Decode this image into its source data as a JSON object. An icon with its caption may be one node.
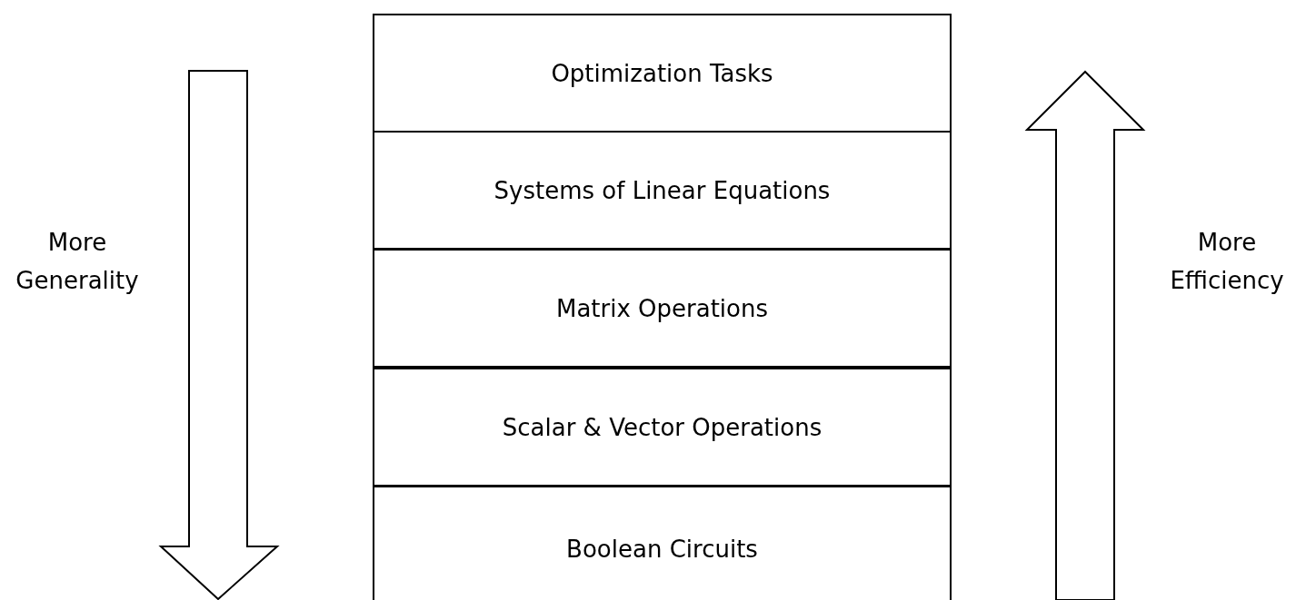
{
  "diagram": {
    "nodes": [
      {
        "text": [
          "Optimization Tasks"
        ]
      },
      {
        "text": [
          "Systems of Linear Equations"
        ]
      },
      {
        "text": [
          "Matrix Operations"
        ]
      },
      {
        "text": [
          "Scalar & Vector Operations"
        ]
      },
      {
        "text": [
          "Boolean Circuits"
        ]
      }
    ],
    "labels": [
      "More Generality",
      "More Efficiency"
    ]
  }
}
